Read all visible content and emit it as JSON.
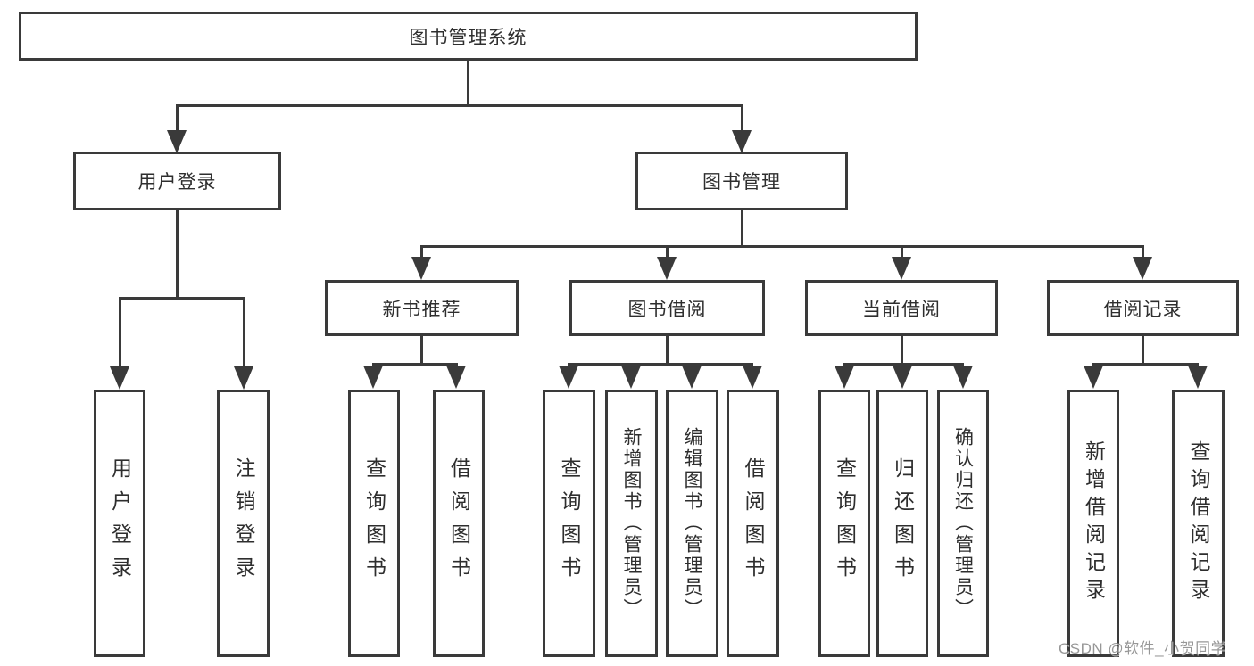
{
  "colors": {
    "line": "#3a3a3a",
    "text": "#2e2e2e",
    "watermark": "#8c8c8c",
    "background": "#ffffff"
  },
  "watermark": {
    "text": "CSDN @软件_小贺同学"
  },
  "diagram": {
    "root": {
      "label": "图书管理系统"
    },
    "level2": {
      "user_login": {
        "label": "用户登录",
        "children": {
          "login": {
            "label": "用户登录"
          },
          "logout": {
            "label": "注销登录"
          }
        }
      },
      "book_mgmt": {
        "label": "图书管理",
        "children": {
          "new_books": {
            "label": "新书推荐",
            "children": {
              "query": {
                "label": "查询图书"
              },
              "borrow": {
                "label": "借阅图书"
              }
            }
          },
          "book_borrow": {
            "label": "图书借阅",
            "children": {
              "query": {
                "label": "查询图书"
              },
              "add": {
                "label": "新增图书（管理员）"
              },
              "edit": {
                "label": "编辑图书（管理员）"
              },
              "borrow": {
                "label": "借阅图书"
              }
            }
          },
          "current_borrow": {
            "label": "当前借阅",
            "children": {
              "query": {
                "label": "查询图书"
              },
              "return": {
                "label": "归还图书"
              },
              "confirm": {
                "label": "确认归还（管理员）"
              }
            }
          },
          "borrow_records": {
            "label": "借阅记录",
            "children": {
              "add": {
                "label": "新增借阅记录"
              },
              "query": {
                "label": "查询借阅记录"
              }
            }
          }
        }
      }
    }
  }
}
